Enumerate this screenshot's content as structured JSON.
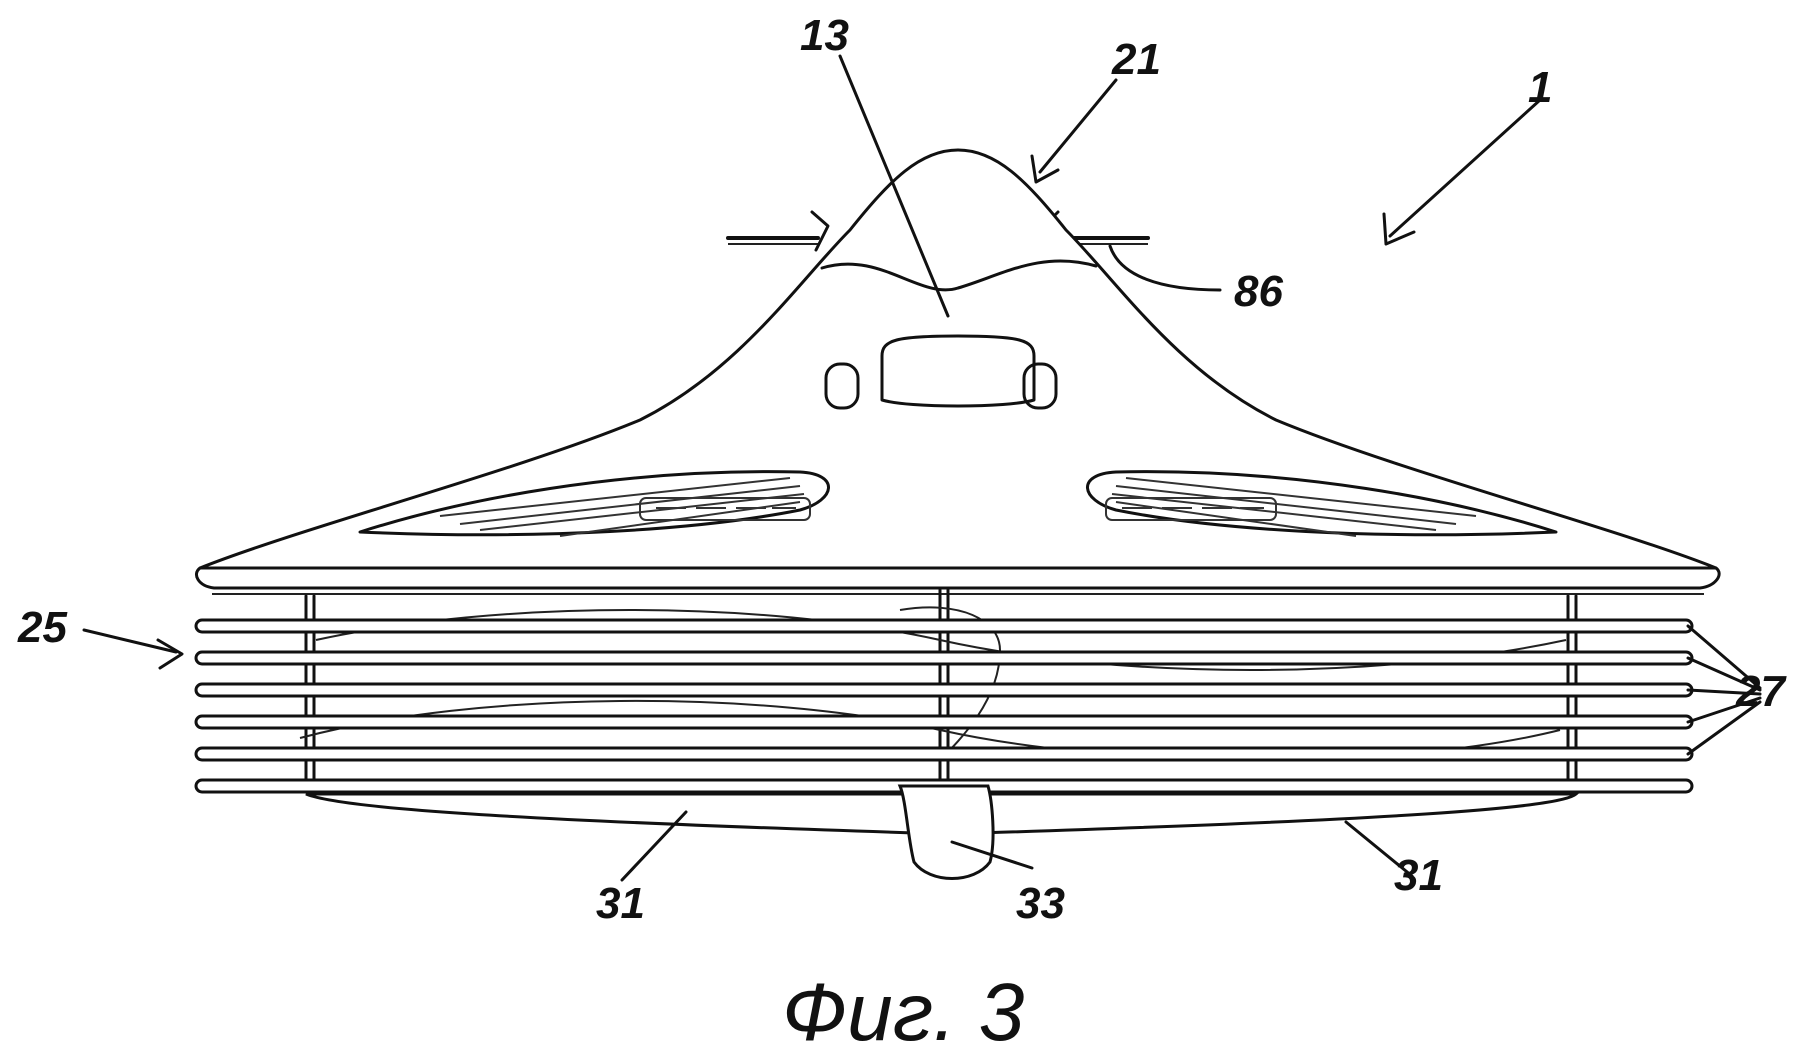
{
  "figure": {
    "caption": "Фиг. 3",
    "reference_numerals": {
      "device": "1",
      "top_surface": "13",
      "handle_dome": "21",
      "rib_stack": "25",
      "ribs": "27",
      "bottom_left": "31",
      "bottom_right": "31",
      "bottom_tab": "33",
      "side_rod": "86"
    }
  }
}
